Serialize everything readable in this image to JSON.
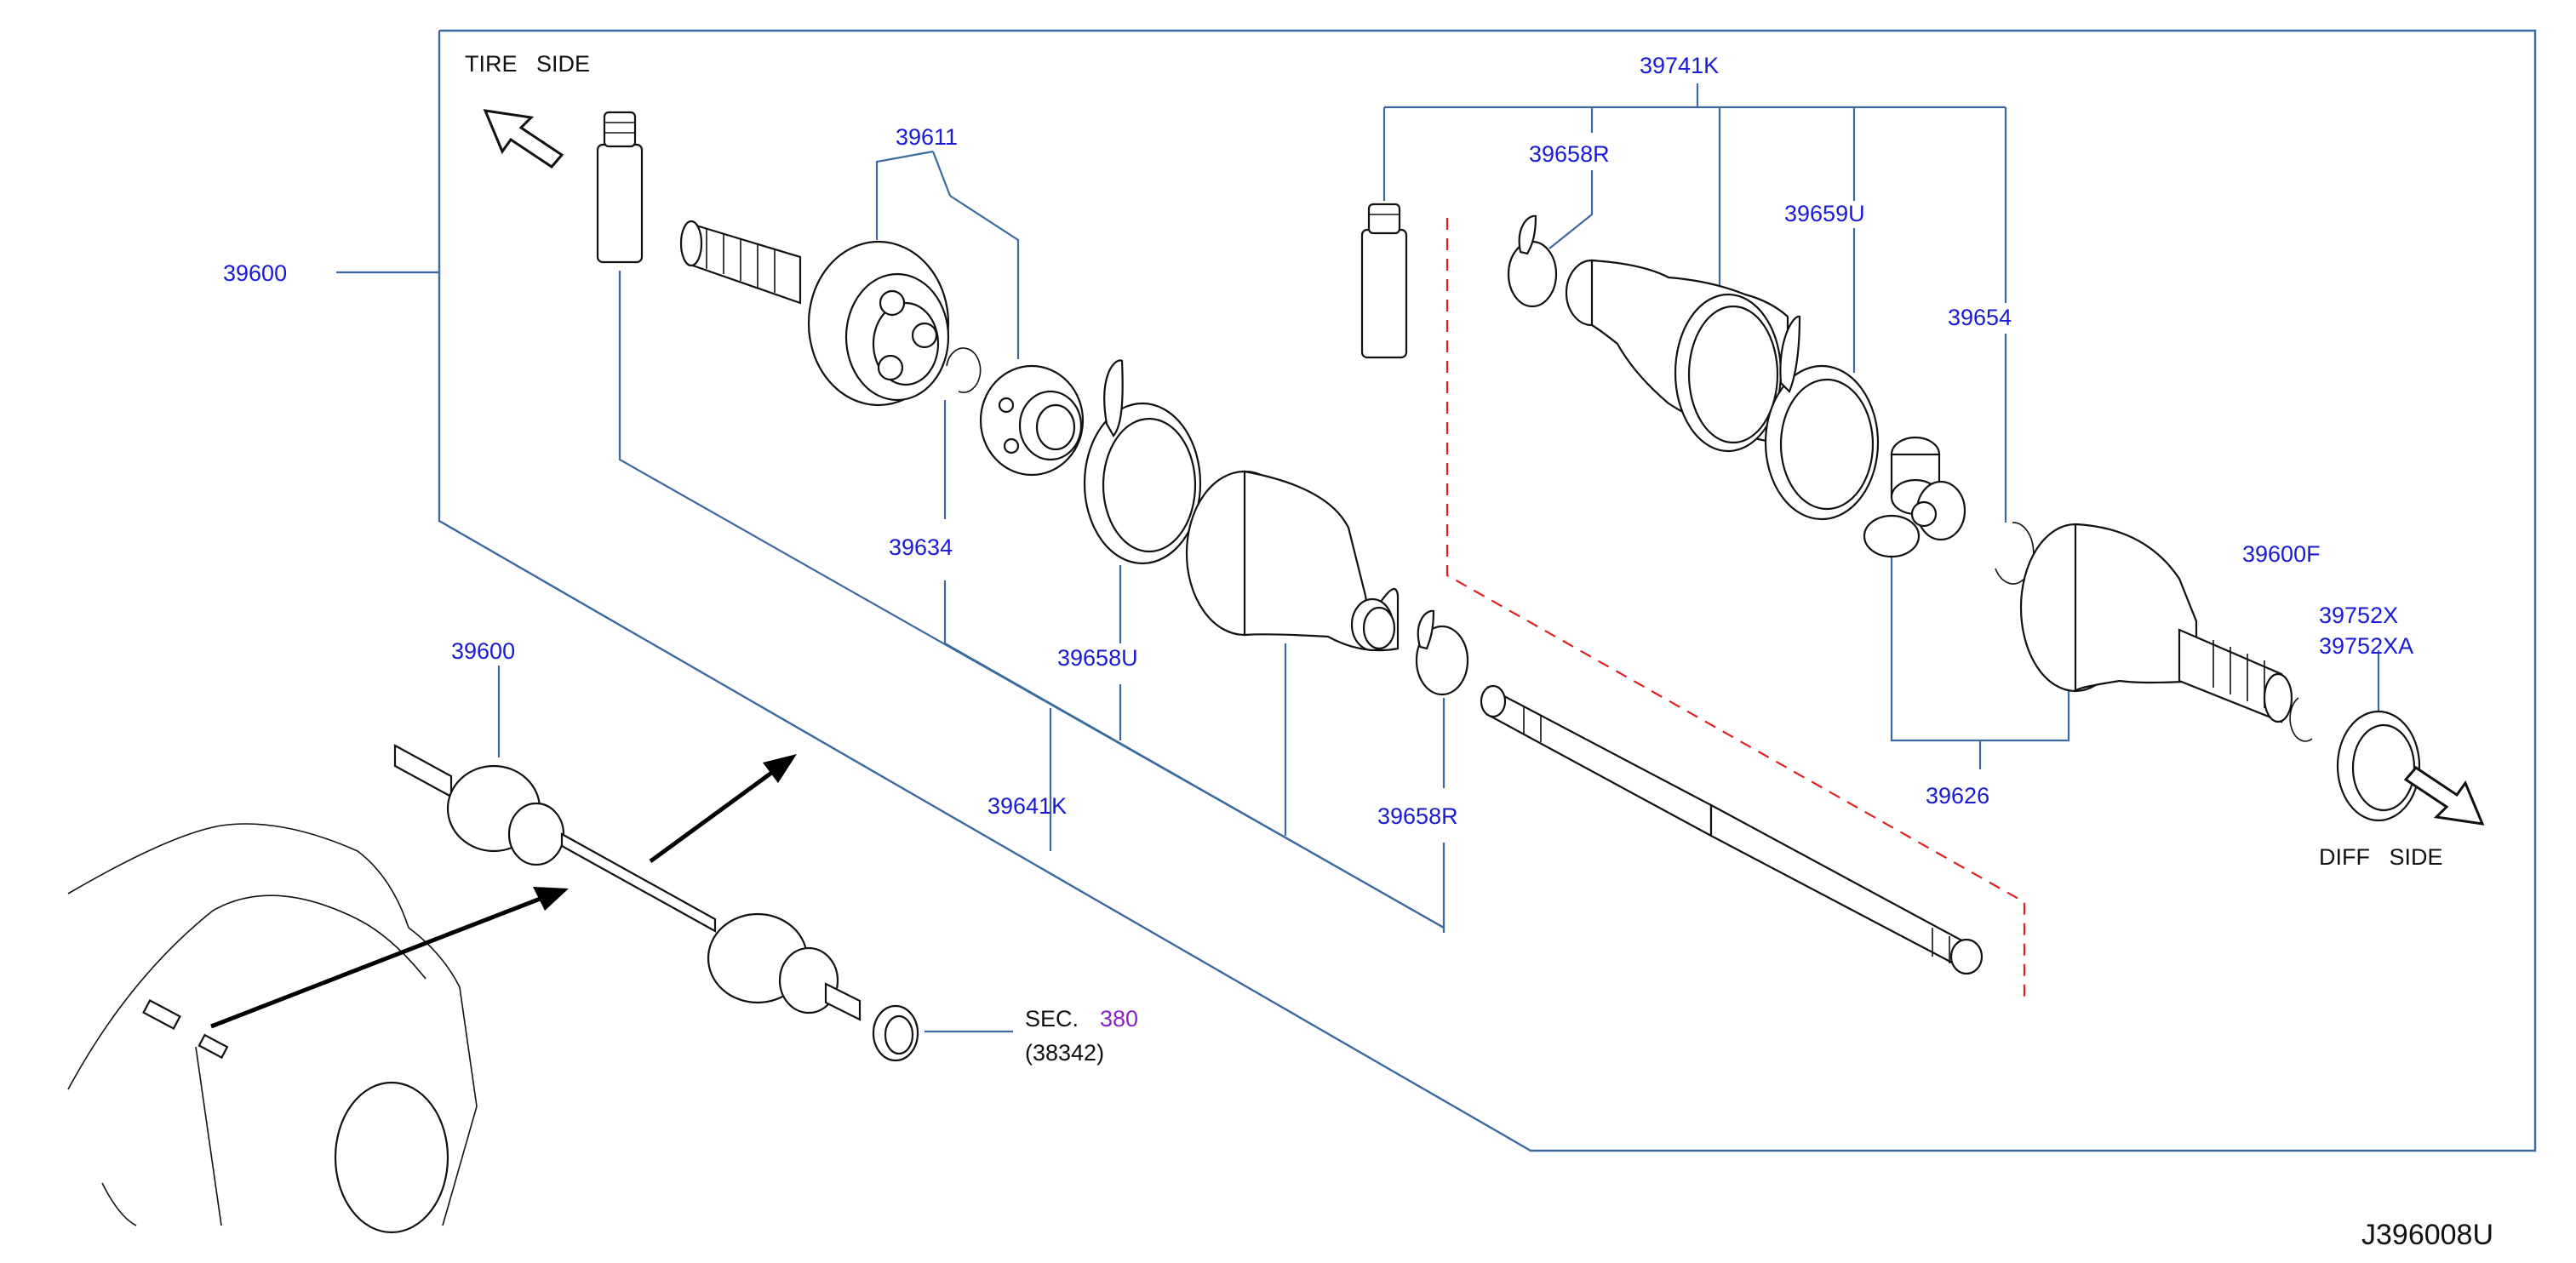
{
  "labels": {
    "tire_side": "TIRE   SIDE",
    "diff_side": "DIFF   SIDE",
    "diagram_code": "J396008U",
    "sec_prefix": "SEC.",
    "sec_number": "380",
    "sec_sub": "(38342)"
  },
  "parts": {
    "p39600_main": "39600",
    "p39600_car": "39600",
    "p39611": "39611",
    "p39634": "39634",
    "p39658U": "39658U",
    "p39641K": "39641K",
    "p39658R_lower": "39658R",
    "p39741K": "39741K",
    "p39658R_upper": "39658R",
    "p39659U": "39659U",
    "p39654": "39654",
    "p39626": "39626",
    "p39600F": "39600F",
    "p39752X": "39752X",
    "p39752XA": "39752XA"
  },
  "colors": {
    "part_number": "#1a1ad6",
    "leader_line": "#3b6aa0",
    "section_link": "#8a22c8",
    "dashed_boundary": "#e02020",
    "drawing": "#111111"
  },
  "icons": {
    "tire_side_arrow": "open-arrow-up-left-icon",
    "diff_side_arrow": "open-arrow-down-right-icon"
  }
}
